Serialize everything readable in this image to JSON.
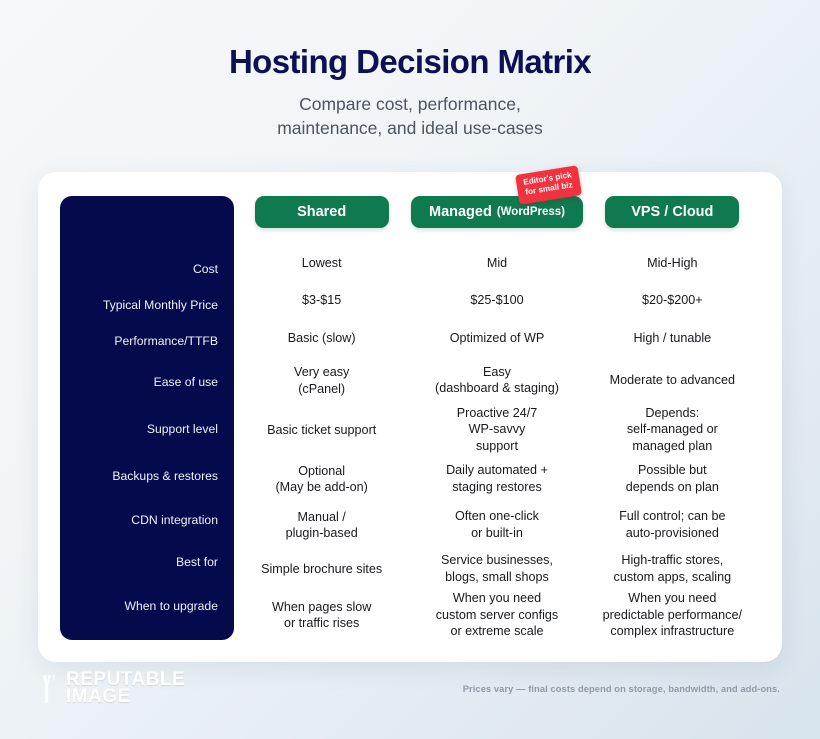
{
  "header": {
    "title": "Hosting Decision Matrix",
    "subtitle_line1": "Compare cost, performance,",
    "subtitle_line2": "maintenance, and ideal use-cases"
  },
  "colors": {
    "navy": "#050a4d",
    "green": "#0f7a4f",
    "badge_red": "#f2333f",
    "card": "#ffffff",
    "page_bg_start": "#f6f8fa",
    "page_bg_end": "#d7e3ed"
  },
  "table": {
    "columns": [
      {
        "name": "Shared",
        "suffix": "",
        "badge": null
      },
      {
        "name": "Managed",
        "suffix": "(WordPress)",
        "badge": {
          "line1": "Editor's pick",
          "line2": "for small biz"
        }
      },
      {
        "name": "VPS / Cloud",
        "suffix": "",
        "badge": null
      }
    ],
    "rows": [
      {
        "label": "Cost",
        "cells": [
          "Lowest",
          "Mid",
          "Mid-High"
        ]
      },
      {
        "label": "Typical Monthly Price",
        "cells": [
          "$3-$15",
          "$25-$100",
          "$20-$200+"
        ]
      },
      {
        "label": "Performance/TTFB",
        "cells": [
          "Basic (slow)",
          "Optimized of WP",
          "High / tunable"
        ]
      },
      {
        "label": "Ease of use",
        "cells": [
          "Very easy\n(cPanel)",
          "Easy\n(dashboard & staging)",
          "Moderate to advanced"
        ]
      },
      {
        "label": "Support level",
        "cells": [
          "Basic ticket support",
          "Proactive 24/7\nWP-savvy\nsupport",
          "Depends:\nself-managed or\nmanaged plan"
        ]
      },
      {
        "label": "Backups & restores",
        "cells": [
          "Optional\n(May be add-on)",
          "Daily automated +\nstaging restores",
          "Possible but\ndepends on plan"
        ]
      },
      {
        "label": "CDN integration",
        "cells": [
          "Manual /\nplugin-based",
          "Often one-click\nor built-in",
          "Full control; can be\nauto-provisioned"
        ]
      },
      {
        "label": "Best for",
        "cells": [
          "Simple brochure sites",
          "Service businesses,\nblogs, small shops",
          "High-traffic stores,\ncustom apps, scaling"
        ]
      },
      {
        "label": "When to upgrade",
        "cells": [
          "When pages slow\nor traffic rises",
          "When you need\ncustom server configs\nor extreme scale",
          "When you need\npredictable performance/\ncomplex infrastructure"
        ]
      }
    ]
  },
  "footer": {
    "logo_line1": "REPUTABLE",
    "logo_line2": "IMAGE",
    "disclaimer": "Prices vary  — final costs depend on storage, bandwidth, and add-ons."
  }
}
